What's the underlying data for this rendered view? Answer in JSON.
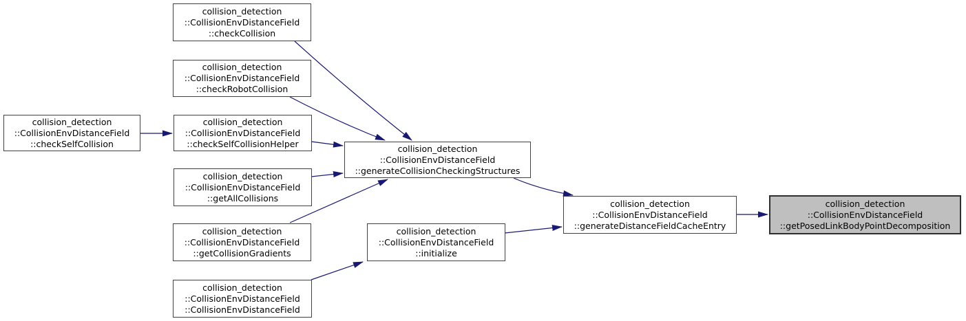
{
  "diagram": {
    "type": "call-graph",
    "background_color": "#ffffff",
    "edge_color": "#191970",
    "node_style": {
      "fill": "#ffffff",
      "border": "#404040",
      "text_color": "#000000",
      "highlight_fill": "#bfbfbf",
      "highlight_border": "#2e2e2e"
    },
    "nodes": [
      {
        "id": "check-collision",
        "label": "collision_detection\n::CollisionEnvDistanceField\n::checkCollision",
        "highlighted": false
      },
      {
        "id": "check-robot-collision",
        "label": "collision_detection\n::CollisionEnvDistanceField\n::checkRobotCollision",
        "highlighted": false
      },
      {
        "id": "check-self-collision",
        "label": "collision_detection\n::CollisionEnvDistanceField\n::checkSelfCollision",
        "highlighted": false
      },
      {
        "id": "check-self-collision-helper",
        "label": "collision_detection\n::CollisionEnvDistanceField\n::checkSelfCollisionHelper",
        "highlighted": false
      },
      {
        "id": "get-all-collisions",
        "label": "collision_detection\n::CollisionEnvDistanceField\n::getAllCollisions",
        "highlighted": false
      },
      {
        "id": "generate-collision-checking-structures",
        "label": "collision_detection\n::CollisionEnvDistanceField\n::generateCollisionCheckingStructures",
        "highlighted": false
      },
      {
        "id": "get-collision-gradients",
        "label": "collision_detection\n::CollisionEnvDistanceField\n::getCollisionGradients",
        "highlighted": false
      },
      {
        "id": "initialize",
        "label": "collision_detection\n::CollisionEnvDistanceField\n::initialize",
        "highlighted": false
      },
      {
        "id": "collision-env-distance-field-constructor",
        "label": "collision_detection\n::CollisionEnvDistanceField\n::CollisionEnvDistanceField",
        "highlighted": false
      },
      {
        "id": "generate-distance-field-cache-entry",
        "label": "collision_detection\n::CollisionEnvDistanceField\n::generateDistanceFieldCacheEntry",
        "highlighted": false
      },
      {
        "id": "get-posed-link-body-point-decomposition",
        "label": "collision_detection\n::CollisionEnvDistanceField\n::getPosedLinkBodyPointDecomposition",
        "highlighted": true
      }
    ],
    "edges": [
      {
        "from": "check-collision",
        "to": "generate-collision-checking-structures"
      },
      {
        "from": "check-robot-collision",
        "to": "generate-collision-checking-structures"
      },
      {
        "from": "check-self-collision",
        "to": "check-self-collision-helper"
      },
      {
        "from": "check-self-collision-helper",
        "to": "generate-collision-checking-structures"
      },
      {
        "from": "get-all-collisions",
        "to": "generate-collision-checking-structures"
      },
      {
        "from": "get-collision-gradients",
        "to": "generate-collision-checking-structures"
      },
      {
        "from": "generate-collision-checking-structures",
        "to": "generate-distance-field-cache-entry"
      },
      {
        "from": "initialize",
        "to": "generate-distance-field-cache-entry"
      },
      {
        "from": "collision-env-distance-field-constructor",
        "to": "initialize"
      },
      {
        "from": "generate-distance-field-cache-entry",
        "to": "get-posed-link-body-point-decomposition"
      }
    ]
  }
}
